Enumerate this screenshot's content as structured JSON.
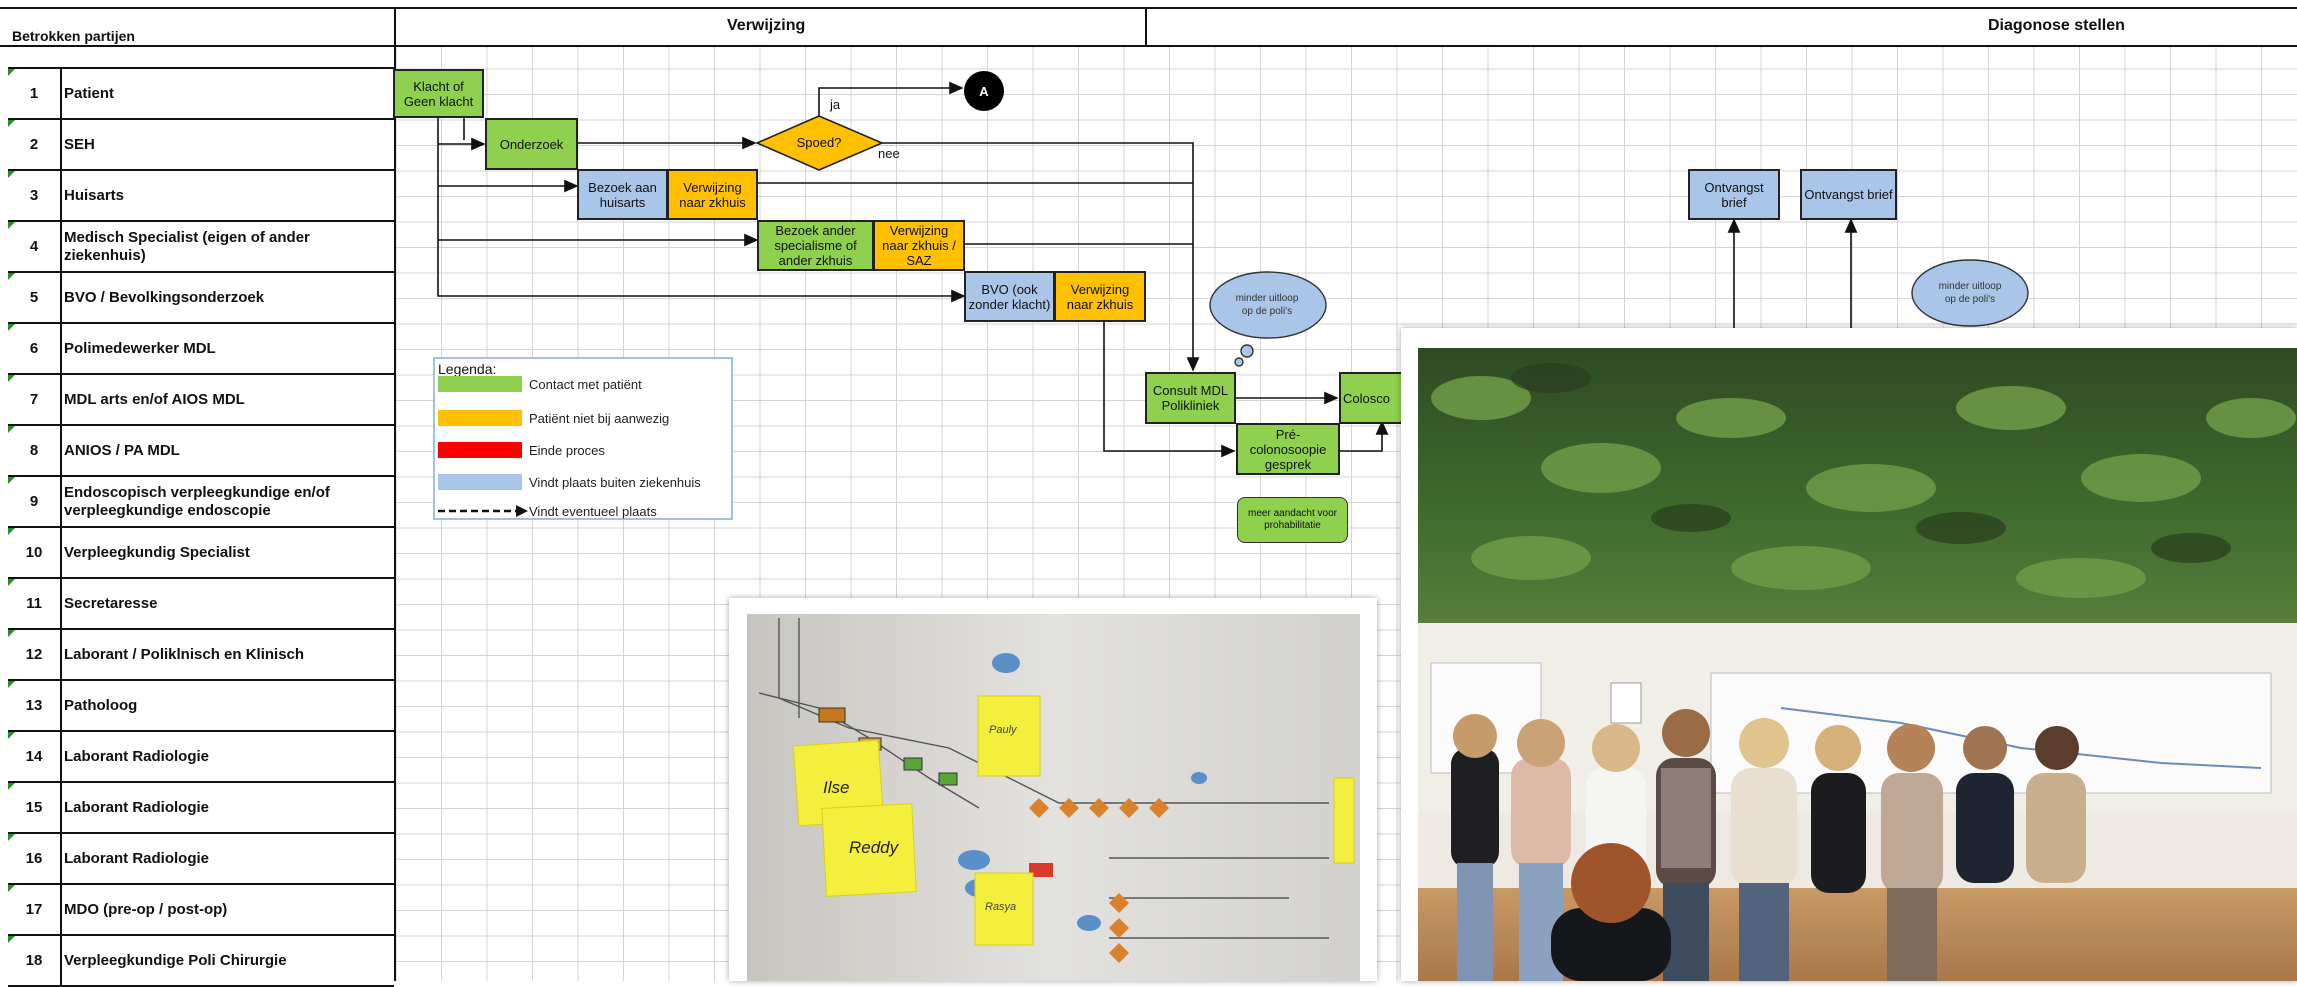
{
  "headers": {
    "parties": "Betrokken partijen",
    "referral": "Verwijzing",
    "diagnosis": "Diagonose stellen"
  },
  "rows": [
    {
      "n": "1",
      "label": "Patient"
    },
    {
      "n": "2",
      "label": "SEH"
    },
    {
      "n": "3",
      "label": "Huisarts"
    },
    {
      "n": "4",
      "label": "Medisch Specialist (eigen of ander ziekenhuis)"
    },
    {
      "n": "5",
      "label": "BVO / Bevolkingsonderzoek"
    },
    {
      "n": "6",
      "label": "Polimedewerker MDL"
    },
    {
      "n": "7",
      "label": "MDL arts en/of AIOS MDL"
    },
    {
      "n": "8",
      "label": "ANIOS / PA MDL"
    },
    {
      "n": "9",
      "label": "Endoscopisch verpleegkundige en/of verpleegkundige endoscopie"
    },
    {
      "n": "10",
      "label": "Verpleegkundig Specialist"
    },
    {
      "n": "11",
      "label": "Secretaresse"
    },
    {
      "n": "12",
      "label": "Laborant / Poliklnisch en Klinisch"
    },
    {
      "n": "13",
      "label": "Patholoog"
    },
    {
      "n": "14",
      "label": "Laborant Radiologie"
    },
    {
      "n": "15",
      "label": "Laborant Radiologie"
    },
    {
      "n": "16",
      "label": "Laborant Radiologie"
    },
    {
      "n": "17",
      "label": "MDO (pre-op / post-op)"
    },
    {
      "n": "18",
      "label": "Verpleegkundige Poli Chirurgie"
    }
  ],
  "flow": {
    "klacht": "Klacht of Geen klacht",
    "onderzoek": "Onderzoek",
    "spoed": "Spoed?",
    "ja": "ja",
    "nee": "nee",
    "connector_a": "A",
    "bezoek_huisarts": "Bezoek aan huisarts",
    "verwijzing_zkhuis": "Verwijzing naar zkhuis",
    "bezoek_ander": "Bezoek ander specialisme of ander zkhuis",
    "verwijzing_saz": "Verwijzing naar zkhuis / SAZ",
    "bvo": "BVO (ook zonder klacht)",
    "verwijzing_zkhuis_2": "Verwijzing naar zkhuis",
    "consult": "Consult MDL Polikliniek",
    "pre_colonoscopie": "Pré-colonosoopie gesprek",
    "colosco": "Colosco",
    "ontvangst_1": "Ontvangst brief",
    "ontvangst_2": "Ontvangst brief",
    "cloud_1": "minder uitloop op de poli's",
    "cloud_2": "minder uitloop op de poli's",
    "callout": "meer aandacht voor prohabilitatie"
  },
  "legend": {
    "title": "Legenda:",
    "items": [
      {
        "label": "Contact met patiënt",
        "color": "#8fd14f"
      },
      {
        "label": "Patiënt niet bij aanwezig",
        "color": "#ffc000"
      },
      {
        "label": "Einde proces",
        "color": "#ff0000"
      },
      {
        "label": "Vindt plaats buiten ziekenhuis",
        "color": "#a9c6e8"
      },
      {
        "label": "Vindt eventueel plaats",
        "color": ""
      }
    ]
  },
  "photos": {
    "wall_notes": [
      "Ilse",
      "Reddy",
      "Pauly",
      "Rasya"
    ]
  }
}
